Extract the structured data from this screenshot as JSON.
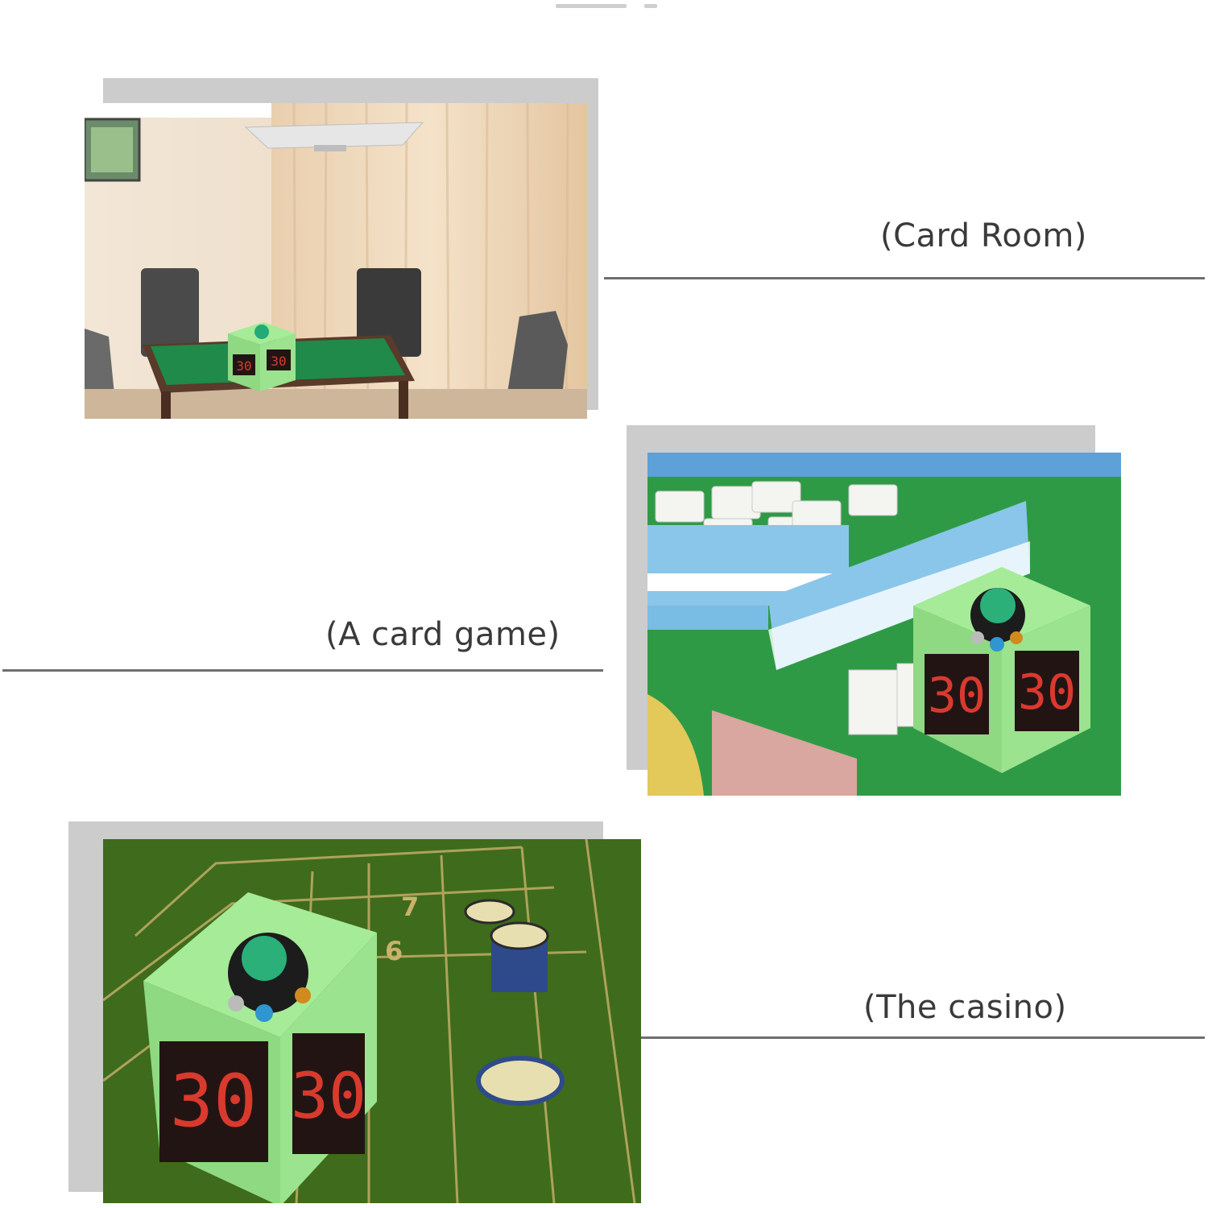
{
  "colors": {
    "background": "#ffffff",
    "frame_gray": "#cccccc",
    "rule": "#6e6e6e",
    "caption_text": "#3a3a3a",
    "timer_body": "#9be38e",
    "timer_display": "#d93a2e",
    "table_felt": "#1f8a4a",
    "casino_felt": "#3f6b1c"
  },
  "sections": [
    {
      "caption": "(Card Room)",
      "photo_icon": "card-room-photo",
      "timer_digits": "30"
    },
    {
      "caption": "(A card game)",
      "photo_icon": "mahjong-photo",
      "timer_digits": "30"
    },
    {
      "caption": "(The casino)",
      "photo_icon": "casino-photo",
      "timer_digits": "30"
    }
  ]
}
